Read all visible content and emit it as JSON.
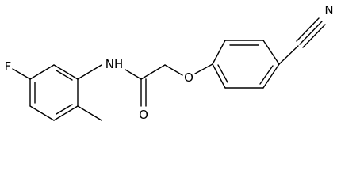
{
  "diagram": {
    "type": "chemical-structure",
    "atom_labels": {
      "fluorine": "F",
      "amide_nitrogen": "NH",
      "carbonyl_oxygen": "O",
      "ether_oxygen": "O",
      "nitrile_nitrogen": "N"
    },
    "bond_color": "#000000",
    "background": "#ffffff"
  }
}
